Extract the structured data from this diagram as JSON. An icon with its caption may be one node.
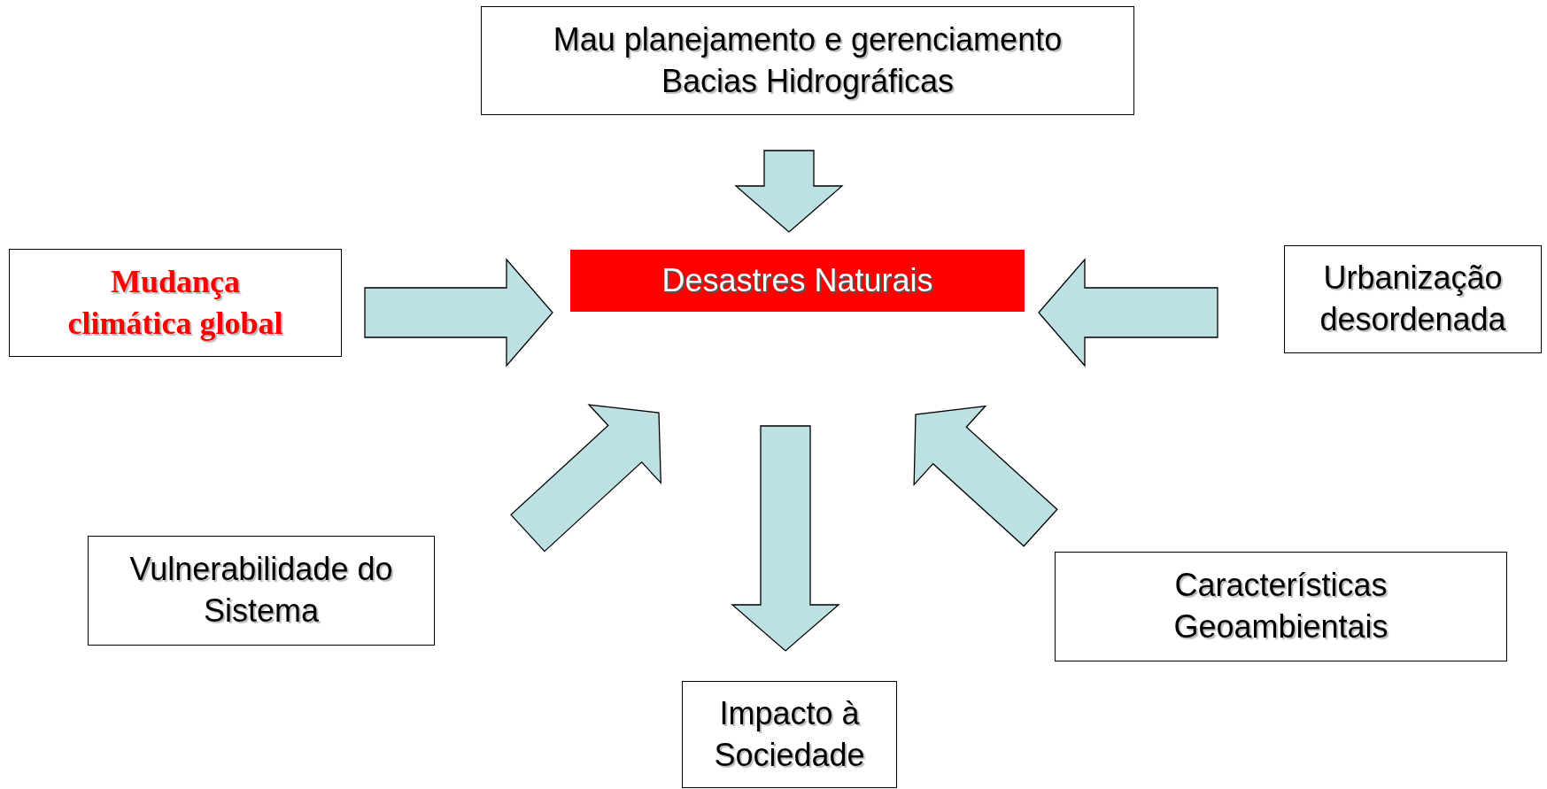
{
  "diagram": {
    "nodes": [
      {
        "text": [
          "Mau planejamento e gerenciamento Bacias Hidrográficas"
        ]
      },
      {
        "text": [
          "Desastres Naturais"
        ]
      },
      {
        "text": [
          "Mudança climática global"
        ]
      },
      {
        "text": [
          "Urbanização desordenada"
        ]
      },
      {
        "text": [
          "Vulnerabilidade do Sistema"
        ]
      },
      {
        "text": [
          "Características Geoambientais"
        ]
      },
      {
        "text": [
          "Impacto à Sociedade"
        ]
      }
    ],
    "edges": [
      {
        "from": 0,
        "to": 1,
        "arrow": "to"
      },
      {
        "from": 2,
        "to": 1,
        "arrow": "to"
      },
      {
        "from": 3,
        "to": 1,
        "arrow": "to"
      },
      {
        "from": 4,
        "to": 1,
        "arrow": "to"
      },
      {
        "from": 5,
        "to": 1,
        "arrow": "to"
      },
      {
        "from": 1,
        "to": 6,
        "arrow": "to"
      }
    ]
  }
}
